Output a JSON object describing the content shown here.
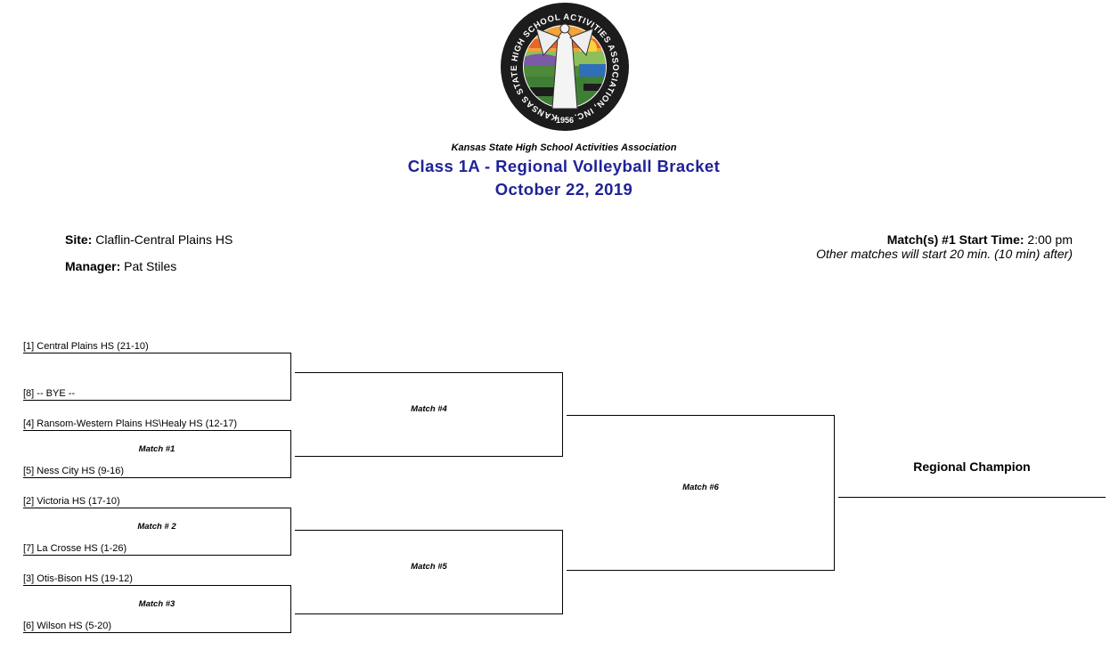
{
  "header": {
    "seal": {
      "ring_text": "KANSAS STATE HIGH SCHOOL ACTIVITIES ASSOCIATION, INC.",
      "year": "1956"
    },
    "org_name": "Kansas State High School Activities Association",
    "title_line1": "Class 1A - Regional Volleyball Bracket",
    "title_line2": "October 22, 2019",
    "title_color": "#1f2297"
  },
  "info": {
    "site_label": "Site:",
    "site_value": "Claflin-Central Plains HS",
    "manager_label": "Manager:",
    "manager_value": "Pat Stiles",
    "start_label": "Match(s) #1 Start Time:",
    "start_value": "2:00 pm",
    "other_note": "Other matches will start 20 min. (10 min) after)"
  },
  "bracket": {
    "teams": [
      "[1] Central Plains HS (21-10)",
      "[8] -- BYE --",
      "[4] Ransom-Western Plains HS\\Healy HS (12-17)",
      "[5] Ness City HS (9-16)",
      "[2] Victoria HS (17-10)",
      "[7] La Crosse HS (1-26)",
      "[3] Otis-Bison HS (19-12)",
      "[6] Wilson HS (5-20)"
    ],
    "matches": {
      "m1": "Match #1",
      "m2": "Match # 2",
      "m3": "Match #3",
      "m4": "Match #4",
      "m5": "Match #5",
      "m6": "Match #6"
    },
    "champion_label": "Regional Champion"
  }
}
